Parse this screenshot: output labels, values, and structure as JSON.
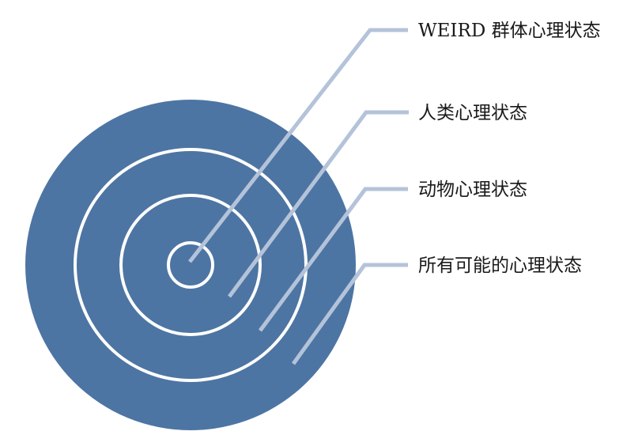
{
  "diagram": {
    "labels": [
      "WEIRD 群体心理状态",
      "人类心理状态",
      "动物心理状态",
      "所有可能的心理状态"
    ],
    "colors": {
      "outer_fill": "#4d75a3",
      "ring_stroke": "#ffffff",
      "leader_line": "#b4c3d9",
      "label_text": "#1a1a1a"
    }
  }
}
